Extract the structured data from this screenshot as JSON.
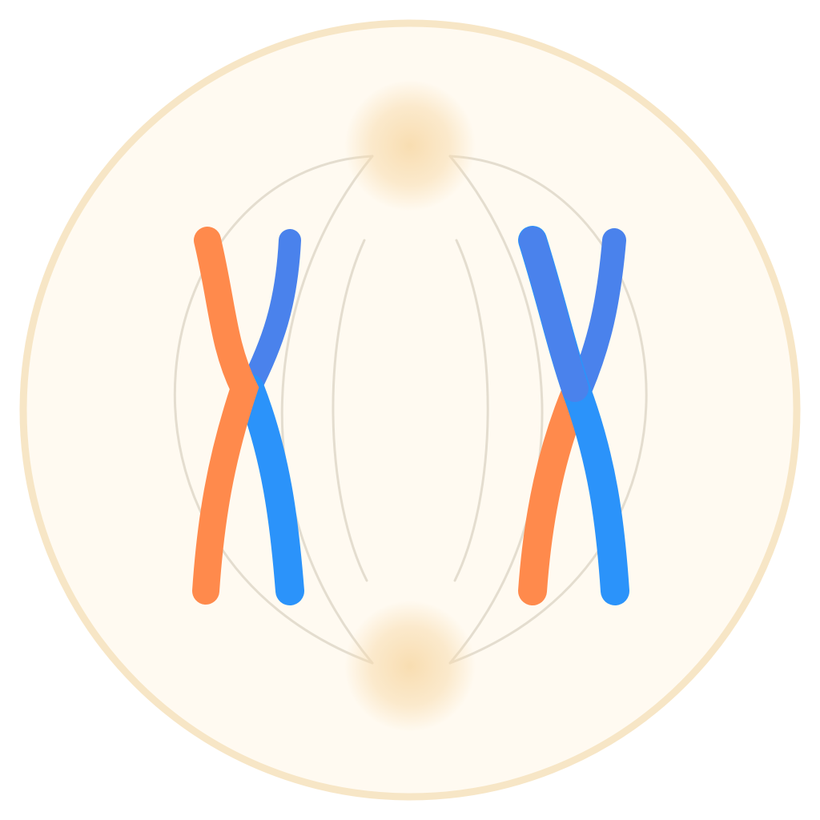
{
  "colors": {
    "background": "#ffffff",
    "cell_fill": "#fffaf1",
    "cell_membrane": "#f7e6c6",
    "centrosome": "#f8dcae",
    "spindle_fiber": "#e4ddcf",
    "chromatid_orange": "#ff8a4c",
    "chromatid_blue_dark": "#4a82ec",
    "chromatid_blue": "#2b93fa"
  },
  "diagram": {
    "type": "cell-division-metaphase",
    "components": [
      "cell-membrane",
      "spindle-pole",
      "spindle-fiber",
      "chromosome"
    ],
    "chromosomes": [
      {
        "id": "left",
        "strands": [
          "orange",
          "blue"
        ]
      },
      {
        "id": "right",
        "strands": [
          "blue",
          "orange-blue"
        ]
      }
    ]
  }
}
